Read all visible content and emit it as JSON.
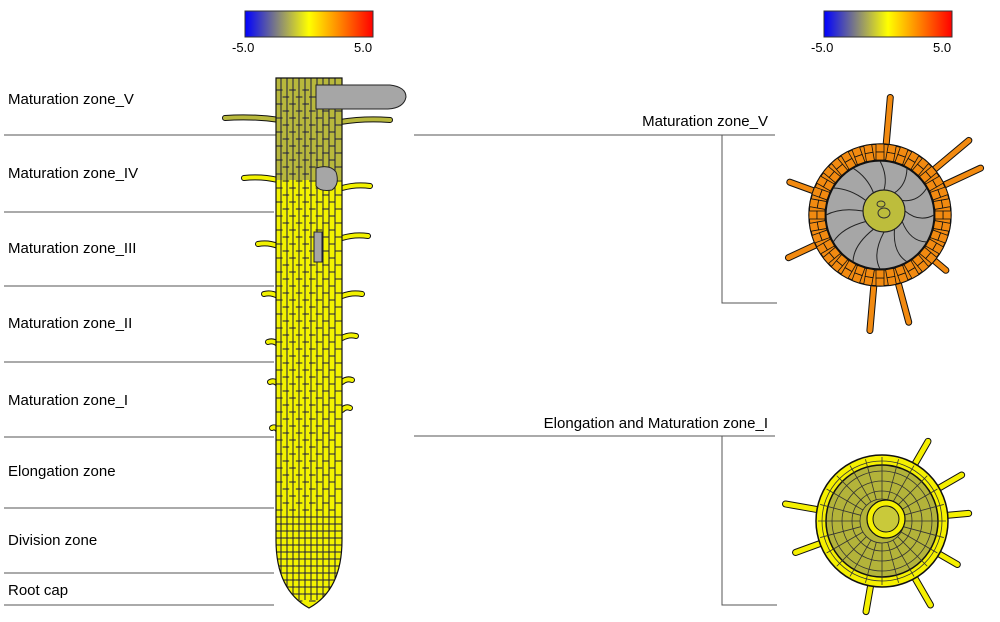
{
  "colorbars": [
    {
      "min_label": "-5.0",
      "max_label": "5.0"
    },
    {
      "min_label": "-5.0",
      "max_label": "5.0"
    }
  ],
  "colors": {
    "low": "#0000ff",
    "mid": "#ffff00",
    "high": "#ff0000",
    "no_data": "#a6a6a6",
    "root_upper": "#b8b83c",
    "root_lower": "#f2f200",
    "section_v_outer": "#f28a10",
    "section_v_stele": "#bdbd3c",
    "section_i_outer": "#f5f000",
    "section_i_inner": "#b3b33a"
  },
  "longitudinal_zones": [
    {
      "label": "Maturation zone_V"
    },
    {
      "label": "Maturation zone_IV"
    },
    {
      "label": "Maturation zone_III"
    },
    {
      "label": "Maturation zone_II"
    },
    {
      "label": "Maturation zone_I"
    },
    {
      "label": "Elongation zone"
    },
    {
      "label": "Division zone"
    },
    {
      "label": "Root cap"
    }
  ],
  "cross_sections": [
    {
      "label": "Maturation zone_V"
    },
    {
      "label": "Elongation and Maturation zone_I"
    }
  ]
}
